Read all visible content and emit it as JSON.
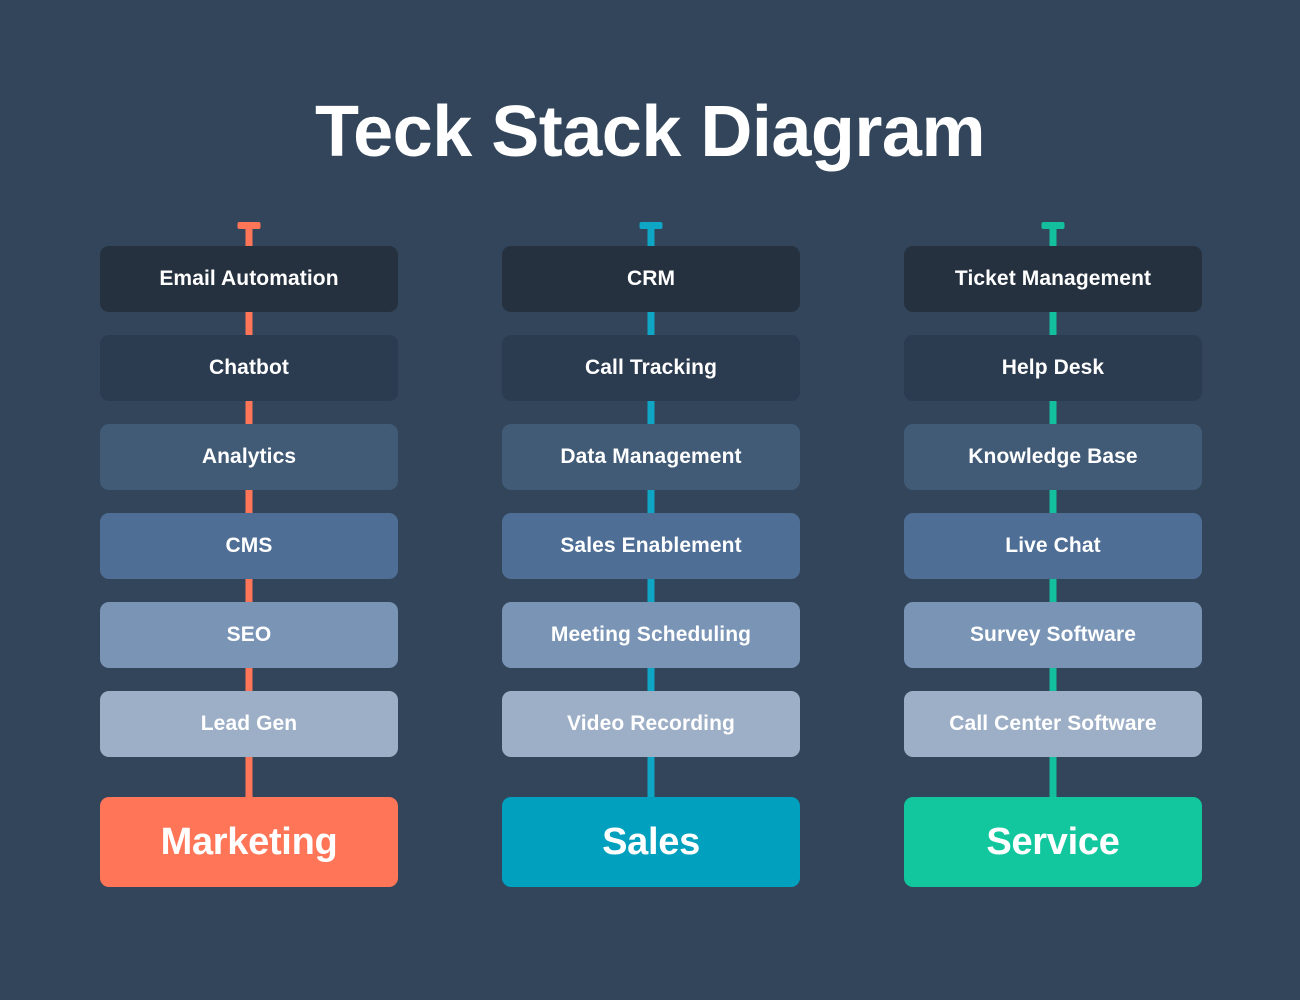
{
  "page": {
    "title": "Teck Stack Diagram",
    "background_color": "#32455A"
  },
  "palette": {
    "tier_shades": [
      "#26313F",
      "#2C3C50",
      "#415B77",
      "#4F6E95",
      "#7994B5",
      "#9DAFC6"
    ],
    "text_color": "#FFFFFF"
  },
  "columns": [
    {
      "id": "marketing",
      "accent_color": "#FF7557",
      "footer_label": "Marketing",
      "footer_color": "#FF7557",
      "tiers": [
        {
          "label": "Email Automation"
        },
        {
          "label": "Chatbot"
        },
        {
          "label": "Analytics"
        },
        {
          "label": "CMS"
        },
        {
          "label": "SEO"
        },
        {
          "label": "Lead Gen"
        }
      ]
    },
    {
      "id": "sales",
      "accent_color": "#0FA5C4",
      "footer_label": "Sales",
      "footer_color": "#00A0BE",
      "tiers": [
        {
          "label": "CRM"
        },
        {
          "label": "Call Tracking"
        },
        {
          "label": "Data Management"
        },
        {
          "label": "Sales Enablement"
        },
        {
          "label": "Meeting Scheduling"
        },
        {
          "label": "Video Recording"
        }
      ]
    },
    {
      "id": "service",
      "accent_color": "#13BF9D",
      "footer_label": "Service",
      "footer_color": "#12C79E",
      "tiers": [
        {
          "label": "Ticket Management"
        },
        {
          "label": "Help Desk"
        },
        {
          "label": "Knowledge Base"
        },
        {
          "label": "Live Chat"
        },
        {
          "label": "Survey Software"
        },
        {
          "label": "Call Center Software"
        }
      ]
    }
  ]
}
